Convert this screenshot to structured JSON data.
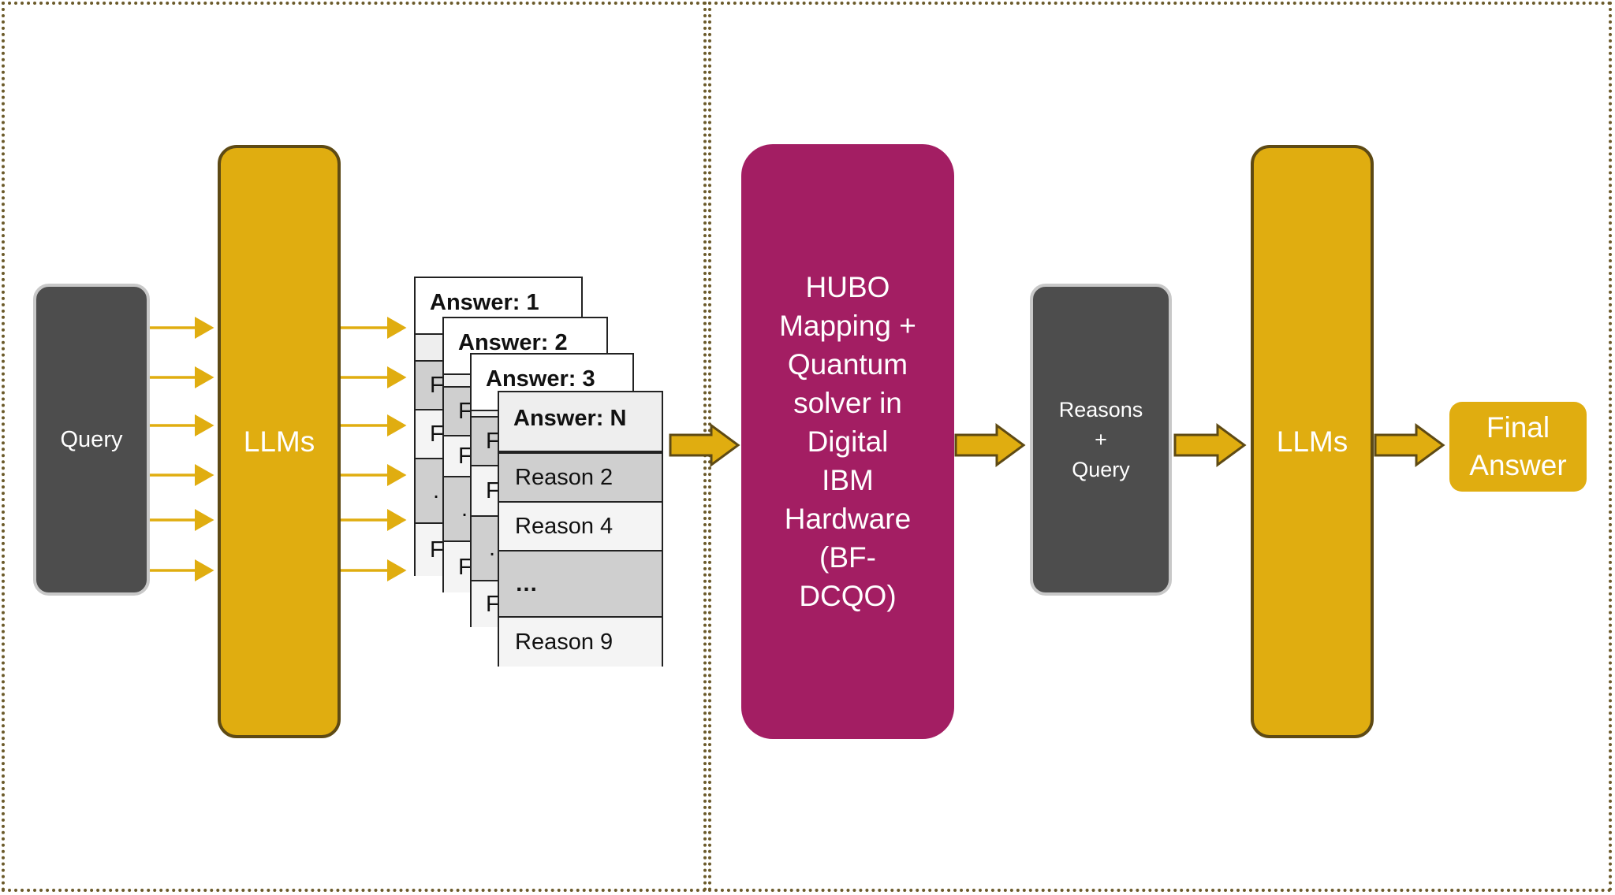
{
  "left_panel": {
    "query_label": "Query",
    "llm_label": "LLMs",
    "cards": [
      {
        "header": "Answer: 1"
      },
      {
        "header": "Answer: 2"
      },
      {
        "header": "Answer: 3"
      },
      {
        "header": "Answer: N",
        "rows": [
          "Reason 2",
          "Reason 4",
          "…",
          "Reason 9"
        ]
      }
    ],
    "peek_letter": "F",
    "peek_dot": "."
  },
  "right_panel": {
    "hubo_lines": [
      "HUBO",
      "Mapping +",
      "Quantum",
      "solver in",
      "Digital",
      "IBM",
      "Hardware",
      "(BF-",
      "DCQO)"
    ],
    "reasons_query": [
      "Reasons",
      "+",
      "Query"
    ],
    "llm_label": "LLMs",
    "final_answer": [
      "Final",
      "Answer"
    ]
  },
  "colors": {
    "gold": "#e0ad10",
    "gold_border": "#5e4a14",
    "magenta": "#a31e63",
    "dark_gray": "#4d4d4d",
    "panel_border": "#6b5a2a"
  }
}
